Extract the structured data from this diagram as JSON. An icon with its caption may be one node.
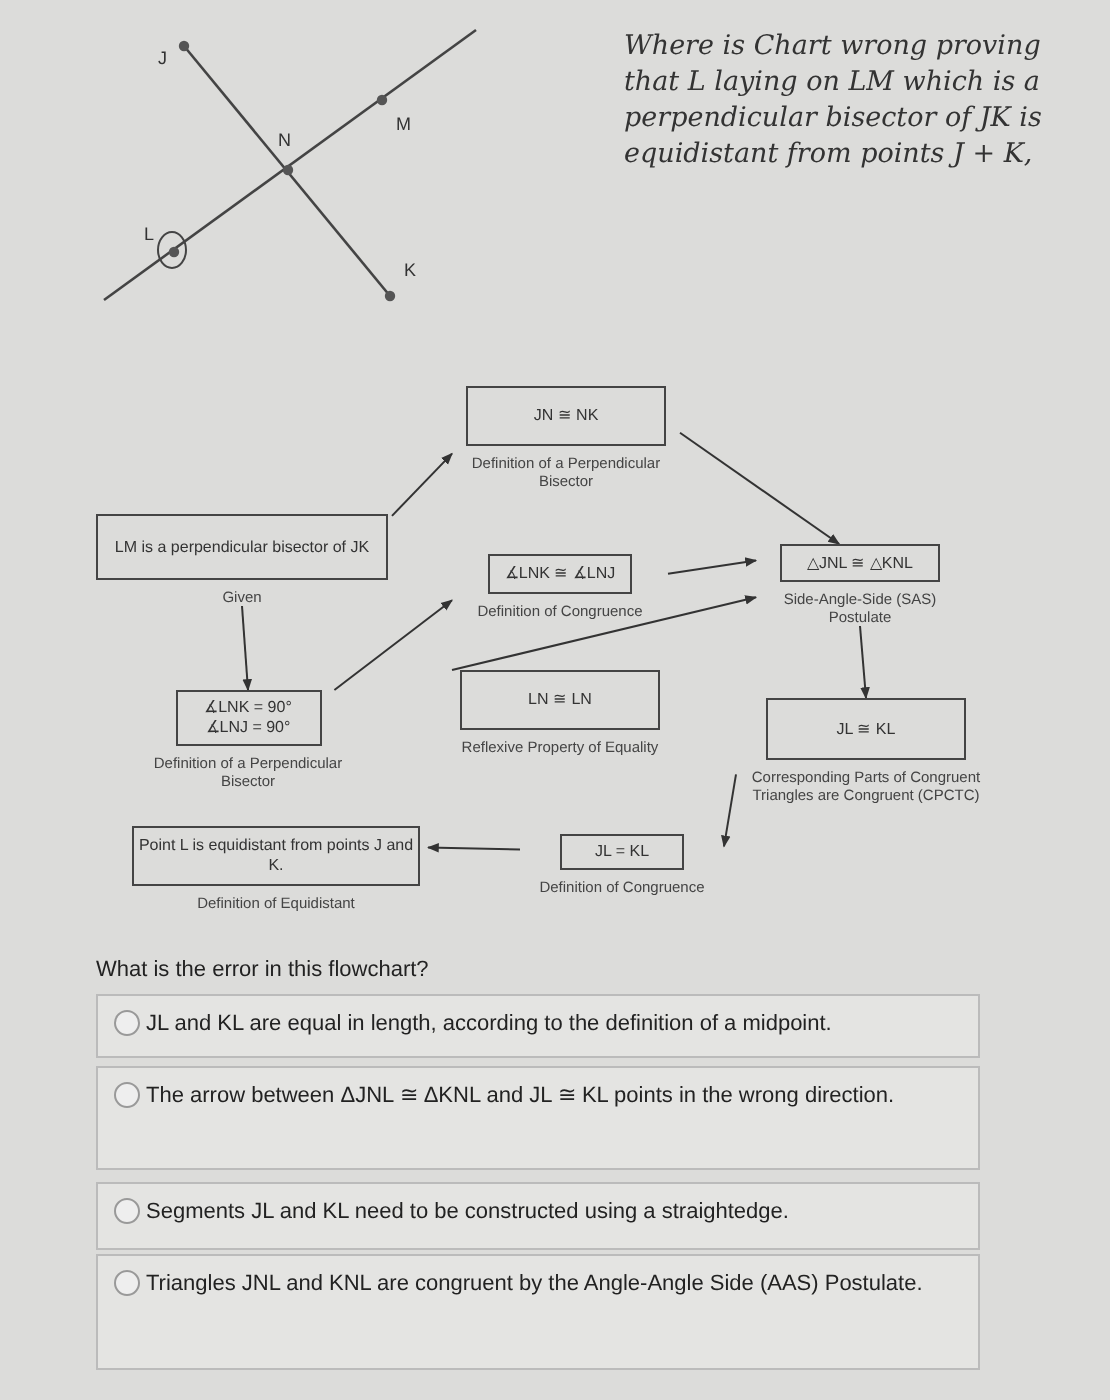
{
  "diagram": {
    "nodes": [
      {
        "text": [
          "LM is a perpendicular bisector of JK"
        ],
        "beside": [
          "Given"
        ]
      },
      {
        "text": [
          "JN ≅ NK"
        ],
        "beside": [
          "Definition of a Perpendicular Bisector"
        ]
      },
      {
        "text": [
          "∡LNK ≅ ∡LNJ"
        ],
        "beside": [
          "Definition of Congruence"
        ]
      },
      {
        "text": [
          "∡LNK = 90° ∡LNJ = 90°"
        ],
        "beside": [
          "Definition of a Perpendicular Bisector"
        ]
      },
      {
        "text": [
          "LN ≅ LN"
        ],
        "beside": [
          "Reflexive Property of Equality"
        ]
      },
      {
        "text": [
          "△JNL ≅ △KNL"
        ],
        "beside": [
          "Side-Angle-Side (SAS) Postulate"
        ]
      },
      {
        "text": [
          "JL ≅ KL"
        ],
        "beside": [
          "Corresponding Parts of Congruent Triangles are Congruent (CPCTC)"
        ]
      },
      {
        "text": [
          "JL = KL"
        ],
        "beside": [
          "Definition of Congruence"
        ]
      },
      {
        "text": [
          "Point L is equidistant from points J and K."
        ],
        "beside": [
          "Definition of Equidistant"
        ]
      }
    ],
    "edges": [
      {
        "from": 0,
        "to": 1,
        "arrow": "to"
      },
      {
        "from": 0,
        "to": 3,
        "arrow": "to"
      },
      {
        "from": 1,
        "to": 5,
        "arrow": "to"
      },
      {
        "from": 3,
        "to": 2,
        "arrow": "to"
      },
      {
        "from": 2,
        "to": 5,
        "arrow": "to"
      },
      {
        "from": 4,
        "to": 5,
        "arrow": "to"
      },
      {
        "from": 5,
        "to": 6,
        "arrow": "to"
      },
      {
        "from": 6,
        "to": 7,
        "arrow": "to"
      },
      {
        "from": 7,
        "to": 8,
        "arrow": "to"
      }
    ],
    "labels": [
      "J",
      "M",
      "N",
      "L",
      "K",
      "Where is Chart wrong proving that L laying on LM which is a perpendicular bisector of JK is equidistant from points J + K,",
      "What is the error in this flowchart?",
      "JL and KL are equal in length, according to the definition of a midpoint.",
      "The arrow between ΔJNL ≅ ΔKNL and JL ≅ KL points in the wrong direction.",
      "Segments JL and KL need to be constructed using a straightedge.",
      "Triangles JNL and KNL are congruent by the Angle-Angle Side (AAS) Postulate."
    ]
  }
}
